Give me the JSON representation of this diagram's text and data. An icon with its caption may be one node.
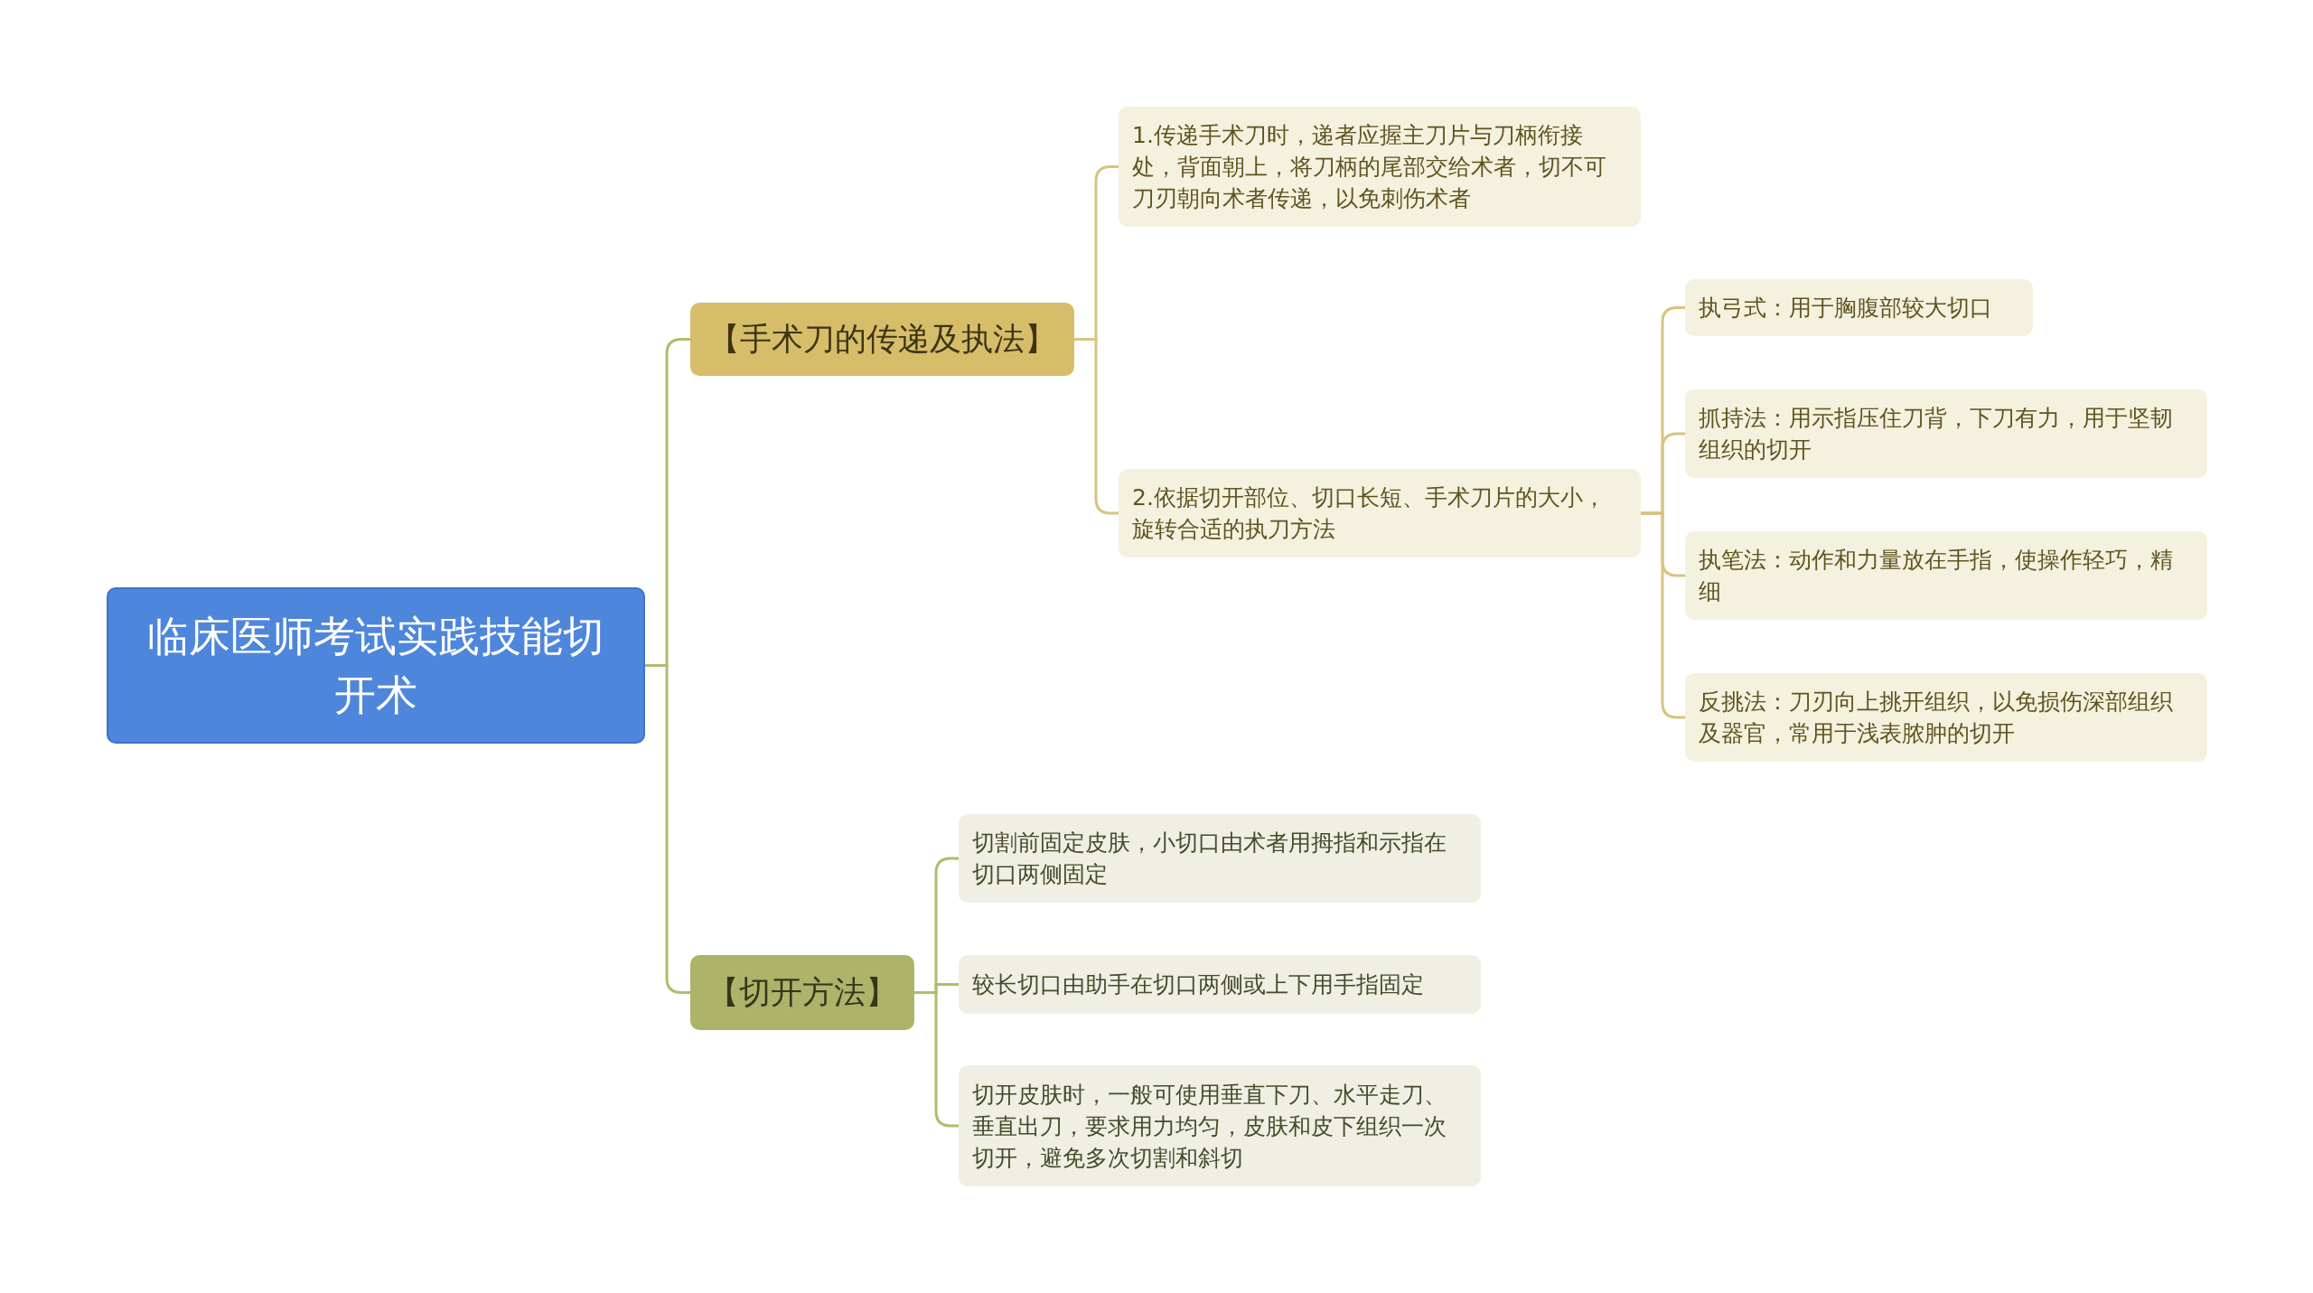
{
  "diagram": {
    "nodes": [
      {
        "text": [
          "临床医师考试实践技能切开术"
        ]
      },
      {
        "text": [
          "【手术刀的传递及执法】"
        ]
      },
      {
        "text": [
          "1.传递手术刀时，递者应握主刀片与刀柄衔接处，背面朝上，将刀柄的尾部交给术者，切不可刀刃朝向术者传递，以免刺伤术者"
        ]
      },
      {
        "text": [
          "2.依据切开部位、切口长短、手术刀片的大小，旋转合适的执刀方法"
        ]
      },
      {
        "text": [
          "执弓式：用于胸腹部较大切口"
        ]
      },
      {
        "text": [
          "抓持法：用示指压住刀背，下刀有力，用于坚韧组织的切开"
        ]
      },
      {
        "text": [
          "执笔法：动作和力量放在手指，使操作轻巧，精细"
        ]
      },
      {
        "text": [
          "反挑法：刀刃向上挑开组织，以免损伤深部组织及器官，常用于浅表脓肿的切开"
        ]
      },
      {
        "text": [
          "【切开方法】"
        ]
      },
      {
        "text": [
          "切割前固定皮肤，小切口由术者用拇指和示指在切口两侧固定"
        ]
      },
      {
        "text": [
          "较长切口由助手在切口两侧或上下用手指固定"
        ]
      },
      {
        "text": [
          "切开皮肤时，一般可使用垂直下刀、水平走刀、垂直出刀，要求用力均匀，皮肤和皮下组织一次切开，避免多次切割和斜切"
        ]
      }
    ],
    "edges": [
      {
        "from": 0,
        "to": 1,
        "arrow": "none",
        "color": "#b4ba6c"
      },
      {
        "from": 0,
        "to": 8,
        "arrow": "none",
        "color": "#b4ba6c"
      },
      {
        "from": 1,
        "to": 2,
        "arrow": "none"
      },
      {
        "from": 1,
        "to": 3,
        "arrow": "none"
      },
      {
        "from": 3,
        "to": 4,
        "arrow": "none"
      },
      {
        "from": 3,
        "to": 5,
        "arrow": "none"
      },
      {
        "from": 3,
        "to": 6,
        "arrow": "none"
      },
      {
        "from": 3,
        "to": 7,
        "arrow": "none"
      },
      {
        "from": 8,
        "to": 9,
        "arrow": "none",
        "color": "#b4ba6c"
      },
      {
        "from": 8,
        "to": 10,
        "arrow": "none",
        "color": "#b4ba6c"
      },
      {
        "from": 8,
        "to": 11,
        "arrow": "none",
        "color": "#b4ba6c"
      }
    ]
  }
}
